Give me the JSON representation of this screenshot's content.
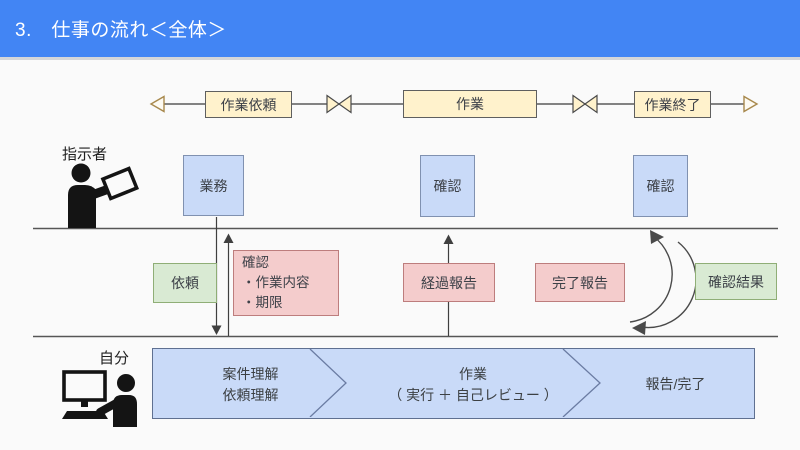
{
  "slide": {
    "title": "3.　仕事の流れ＜全体＞"
  },
  "colors": {
    "header_blue": "#4285f4",
    "phase_box_fill": "#fff2cc",
    "task_box_fill": "#c9daf8",
    "report_box_fill": "#f4cccc",
    "request_box_fill": "#d9ead3",
    "band_fill": "#c9daf8",
    "lane_line": "#565656",
    "timeline_end_arrow": "#a8894d"
  },
  "timeline": {
    "phases": [
      {
        "label": "作業依頼"
      },
      {
        "label": "作業"
      },
      {
        "label": "作業終了"
      }
    ]
  },
  "lanes": {
    "instructor": "指示者",
    "self": "自分"
  },
  "instructor_lane": {
    "gyomu": "業務",
    "kakunin_mid": "確認",
    "kakunin_right": "確認"
  },
  "exchanges": {
    "irai": "依頼",
    "kakunin_details": [
      "確認",
      "・作業内容",
      "・期限"
    ],
    "keika_hokoku": "経過報告",
    "kanryo_hokoku": "完了報告",
    "kakunin_kekka": "確認結果"
  },
  "self_lane": {
    "step1": [
      "案件理解",
      "依頼理解"
    ],
    "step2": [
      "作業",
      "（ 実行 ＋ 自己レビュー ）"
    ],
    "step3": "報告/完了"
  }
}
